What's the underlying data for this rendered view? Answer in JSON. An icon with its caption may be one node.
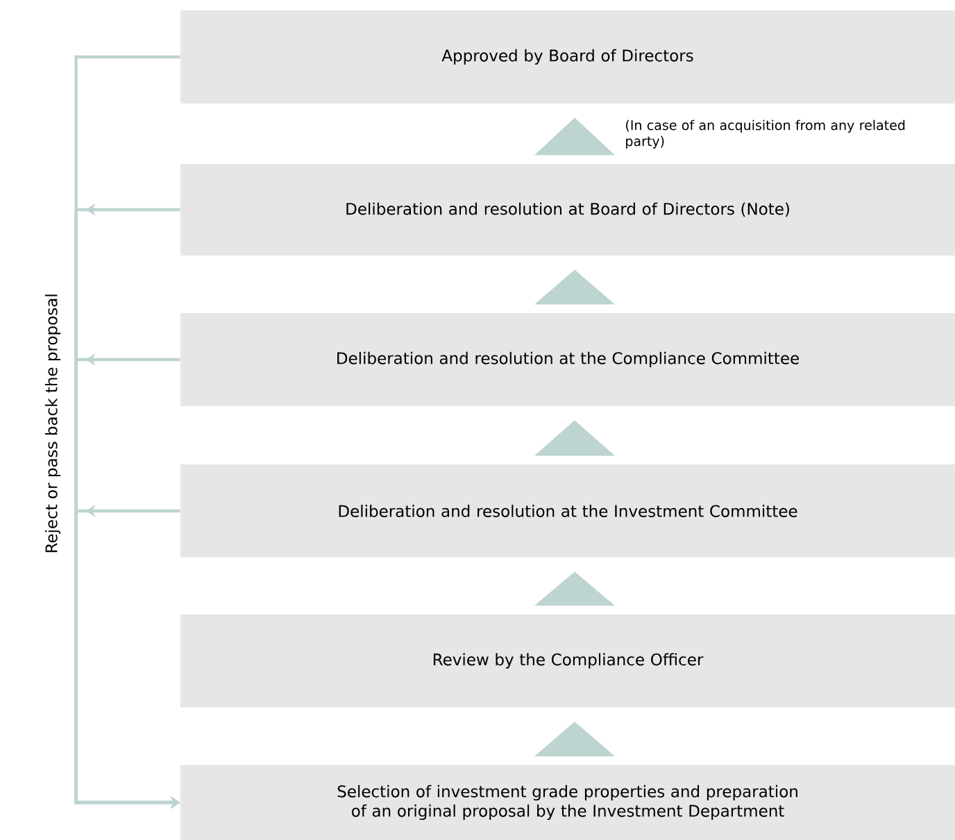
{
  "diagram": {
    "nodes": [
      {
        "text": [
          "Approved by Board of Directors"
        ]
      },
      {
        "text": [
          "Deliberation and resolution at Board of Directors (Note)"
        ]
      },
      {
        "text": [
          "Deliberation and resolution at the Compliance Committee"
        ]
      },
      {
        "text": [
          "Deliberation and resolution at the Investment Committee"
        ]
      },
      {
        "text": [
          "Review by the Compliance Officer"
        ]
      },
      {
        "text": [
          "Selection of investment grade properties and preparation of an original proposal by the Investment Department"
        ]
      }
    ],
    "edges": [
      {
        "from": 5,
        "to": 4,
        "arrow": "to"
      },
      {
        "from": 4,
        "to": 3,
        "arrow": "to"
      },
      {
        "from": 3,
        "to": 2,
        "arrow": "to"
      },
      {
        "from": 2,
        "to": 1,
        "arrow": "to"
      },
      {
        "from": 1,
        "to": 0,
        "arrow": "to",
        "label": "(In case of an acquisition from any related party)"
      },
      {
        "from": 0,
        "to": 5,
        "arrow": "to",
        "label": "Reject or pass back the proposal"
      },
      {
        "from": 1,
        "to": 5,
        "arrow": "to"
      },
      {
        "from": 2,
        "to": 5,
        "arrow": "to"
      },
      {
        "from": 3,
        "to": 5,
        "arrow": "to"
      }
    ]
  }
}
